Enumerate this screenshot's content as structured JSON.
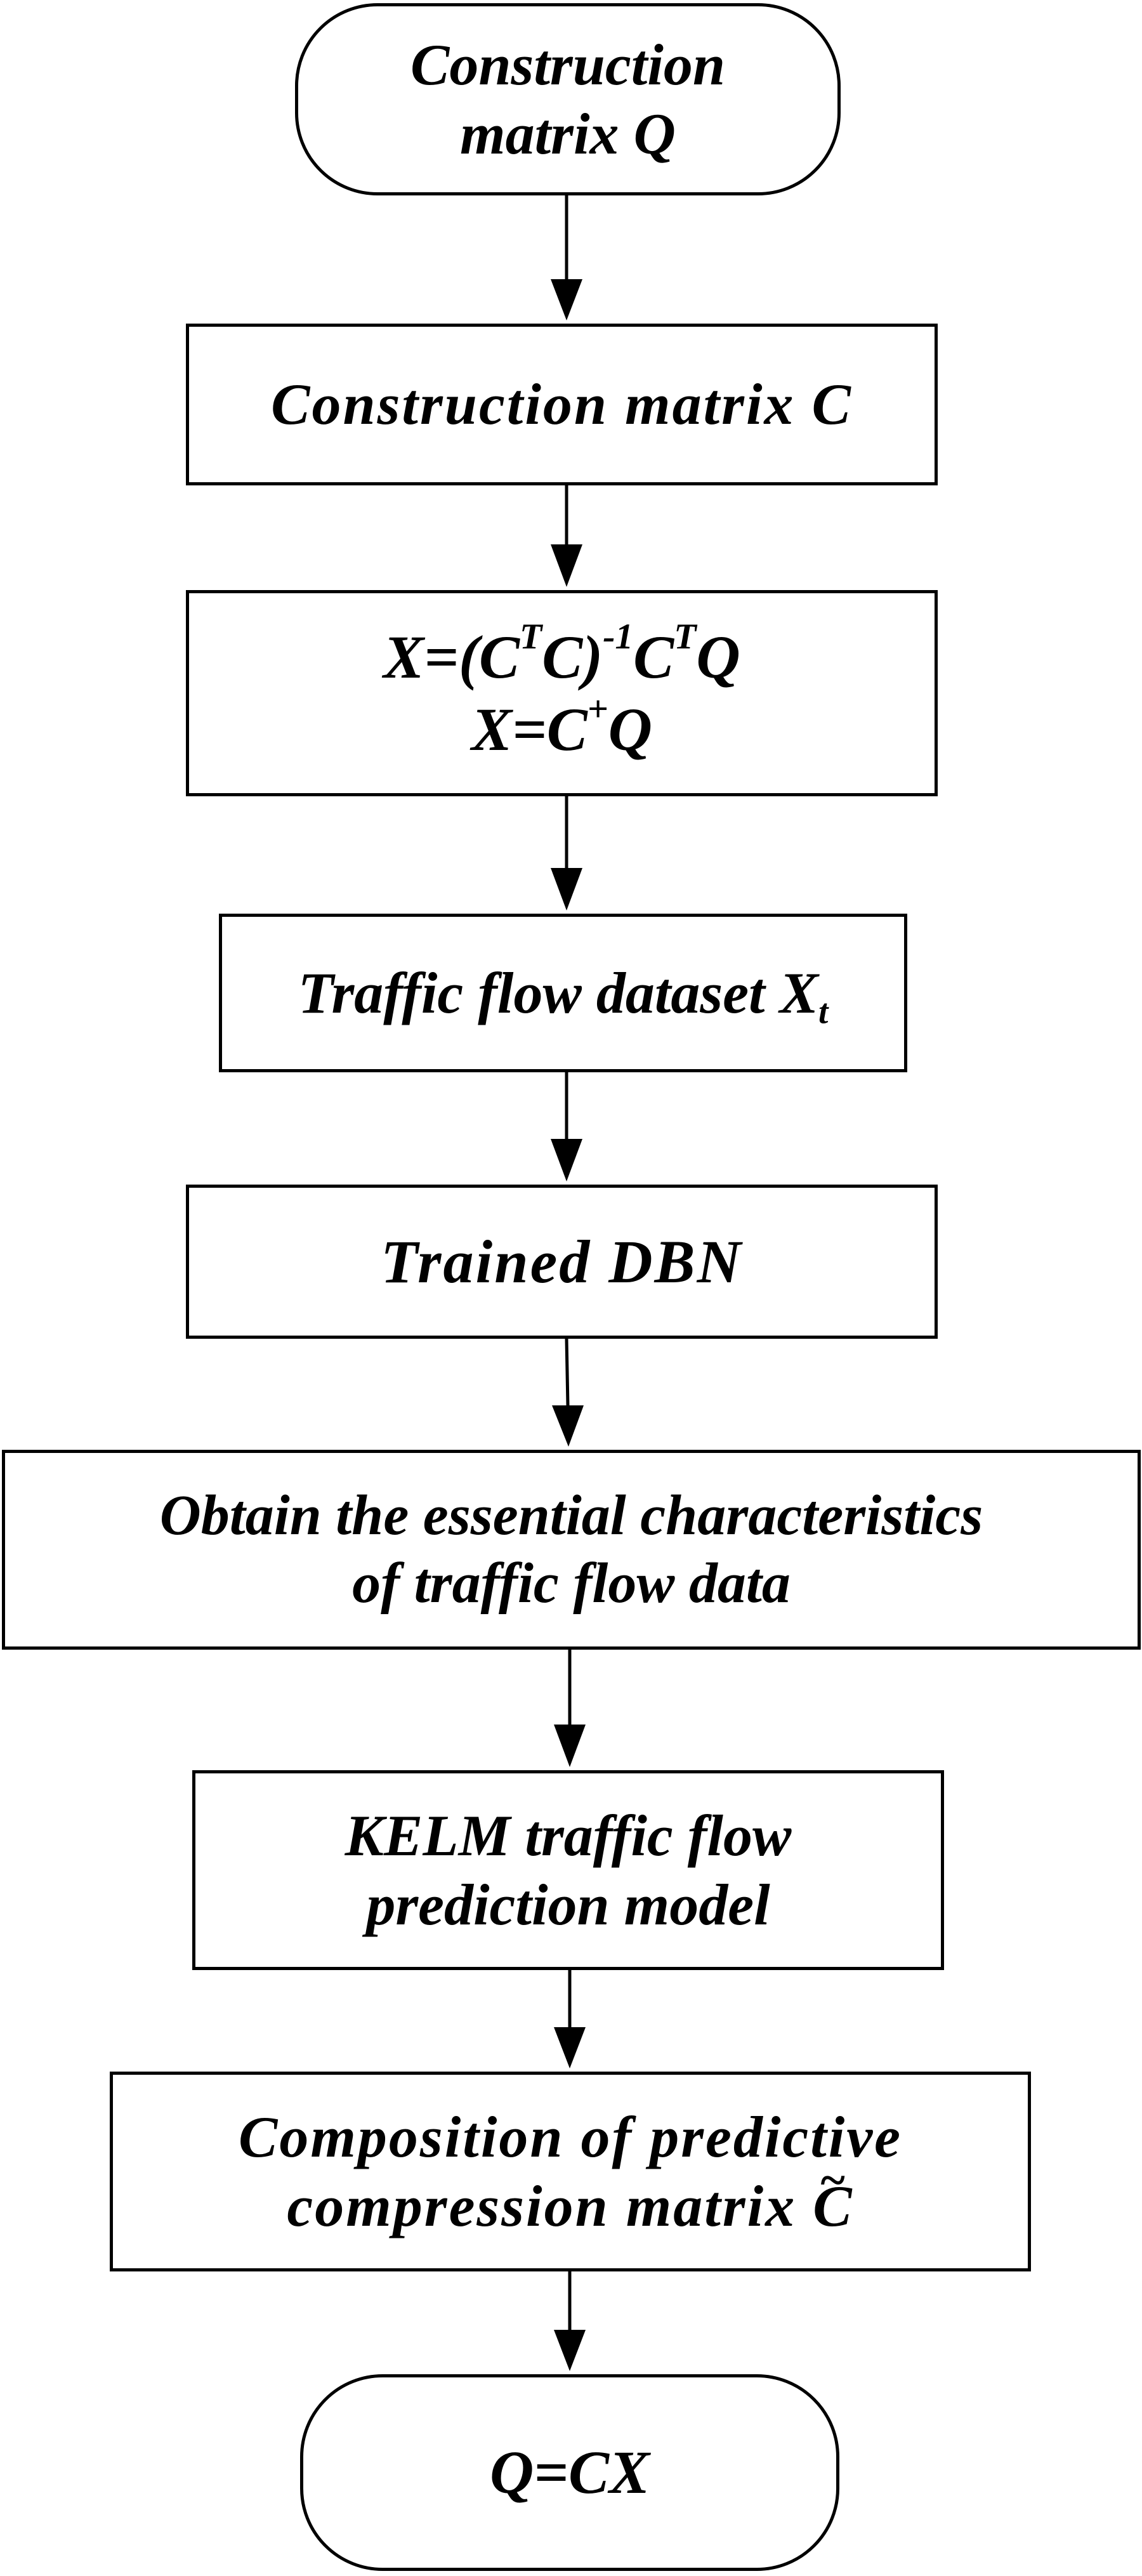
{
  "flowchart": {
    "start": {
      "line1": "Construction",
      "line2_text": "matrix ",
      "line2_var": "Q"
    },
    "step_c": {
      "text": "Construction matrix ",
      "var": "C"
    },
    "step_x": {
      "eq1": {
        "x": "X",
        "eq_open": "=(",
        "c1": "C",
        "t1": "T",
        "c2": "C",
        "close": ")",
        "inv": "-1",
        "c3": "C",
        "t2": "T",
        "q": "Q"
      },
      "eq2": {
        "x": "X",
        "eq": "=",
        "c": "C",
        "plus": "+",
        "q": "Q"
      }
    },
    "dataset": {
      "text": "Traffic flow dataset ",
      "var": "X",
      "sub": "t"
    },
    "dbn": {
      "text": "Trained DBN"
    },
    "features": {
      "line1": "Obtain the essential characteristics",
      "line2": "of traffic flow data"
    },
    "kelm": {
      "line1": "KELM traffic flow",
      "line2": "prediction model"
    },
    "composition": {
      "line1": "Composition of predictive",
      "line2_text": "compression matrix ",
      "line2_var": "C",
      "tilde": "~"
    },
    "end": {
      "text": "Q=CX"
    }
  }
}
